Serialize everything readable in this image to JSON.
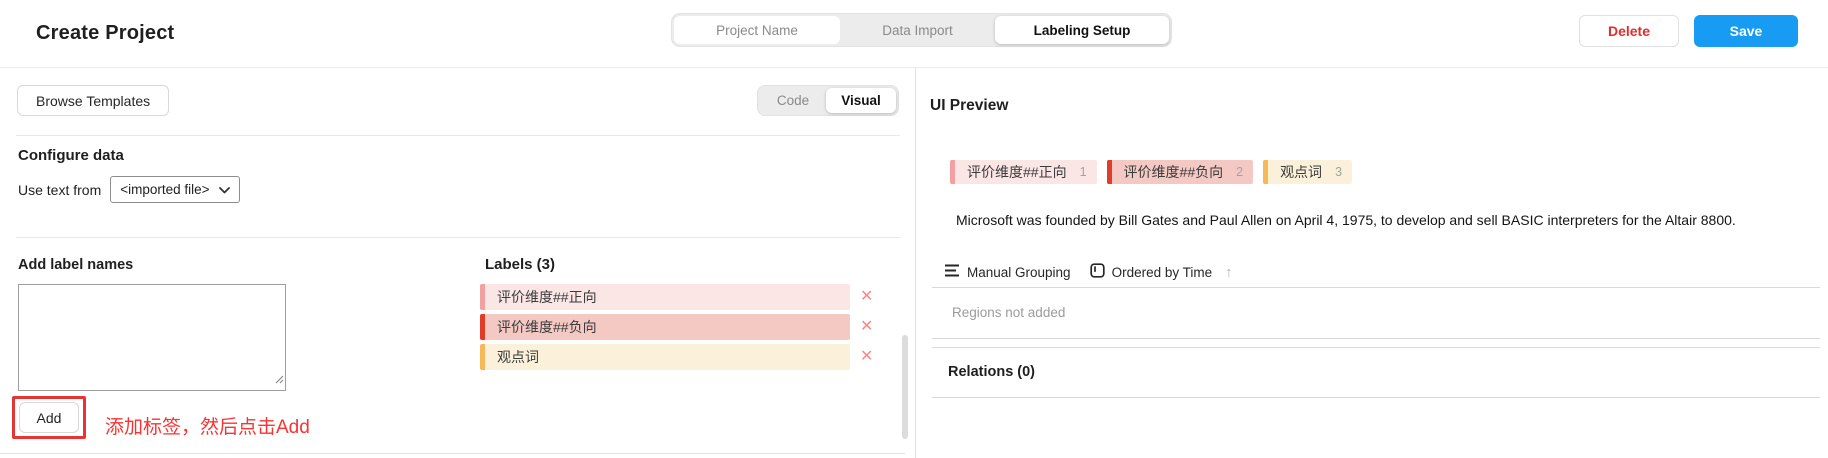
{
  "header": {
    "title": "Create Project",
    "steps": [
      {
        "label": "Project Name"
      },
      {
        "label": "Data Import"
      },
      {
        "label": "Labeling Setup"
      }
    ],
    "active_step": "Labeling Setup",
    "delete_label": "Delete",
    "save_label": "Save"
  },
  "left_panel": {
    "browse_templates_label": "Browse Templates",
    "editor_toggle": {
      "code_label": "Code",
      "visual_label": "Visual",
      "active": "Visual"
    },
    "configure_heading": "Configure data",
    "use_text_from_label": "Use text from",
    "source_select": {
      "value": "<imported file>"
    },
    "add_labels_heading": "Add label names",
    "label_input": {
      "value": ""
    },
    "add_button_label": "Add",
    "annotation_text": "添加标签，然后点击Add",
    "labels_heading": "Labels (3)",
    "labels": [
      {
        "text": "评价维度##正向",
        "bar_color": "#f2a0a0",
        "bg_color": "#fbe6e6"
      },
      {
        "text": "评价维度##负向",
        "bar_color": "#e23b28",
        "bg_color": "#f4c9c3"
      },
      {
        "text": "观点词",
        "bar_color": "#f7b859",
        "bg_color": "#fbf0d9"
      }
    ],
    "remove_glyph": "✕"
  },
  "right_panel": {
    "heading": "UI Preview",
    "tags": [
      {
        "text": "评价维度##正向",
        "hotkey": "1",
        "bar_color": "#f2a0a0",
        "bg_color": "#fbe6e6"
      },
      {
        "text": "评价维度##负向",
        "hotkey": "2",
        "bar_color": "#e23b28",
        "bg_color": "#f4c9c3"
      },
      {
        "text": "观点词",
        "hotkey": "3",
        "bar_color": "#f7b859",
        "bg_color": "#fbf0d9"
      }
    ],
    "sample_text": "Microsoft was founded by Bill Gates and Paul Allen on April 4, 1975, to develop and sell BASIC interpreters for the Altair 8800.",
    "toolbar": {
      "manual_grouping_label": "Manual Grouping",
      "ordered_by_time_label": "Ordered by Time",
      "sort_arrow": "↑"
    },
    "regions_empty_text": "Regions not added",
    "relations_heading": "Relations (0)"
  },
  "colors": {
    "save_blue": "#189bf2",
    "delete_red": "#e02d2d",
    "annotation_red": "#f73333",
    "highlight_border_red": "#e53535"
  }
}
